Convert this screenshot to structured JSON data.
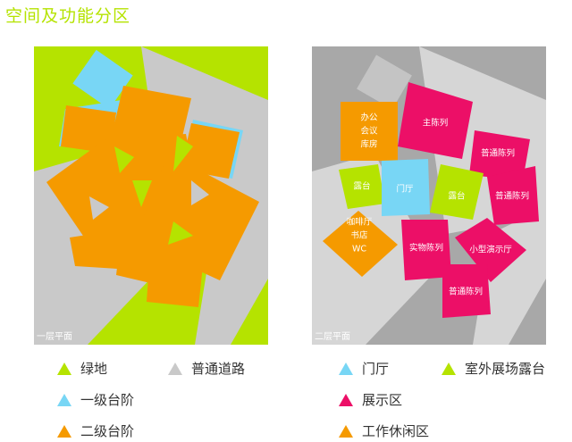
{
  "title": "空间及功能分区",
  "plans": [
    {
      "floor_label": "一层平面"
    },
    {
      "floor_label": "二层平面",
      "zones": [
        {
          "lines": [
            "办公",
            "会议",
            "库房"
          ]
        },
        {
          "lines": [
            "主陈列"
          ]
        },
        {
          "lines": [
            "普通陈列"
          ]
        },
        {
          "lines": [
            "露台"
          ]
        },
        {
          "lines": [
            "门厅"
          ]
        },
        {
          "lines": [
            "露台"
          ]
        },
        {
          "lines": [
            "普通陈列"
          ]
        },
        {
          "lines": [
            "咖啡厅",
            "书店",
            "WC"
          ]
        },
        {
          "lines": [
            "实物陈列"
          ]
        },
        {
          "lines": [
            "小型演示厅"
          ]
        },
        {
          "lines": [
            "普通陈列"
          ]
        }
      ]
    }
  ],
  "legend": [
    {
      "label": "绿地",
      "color": "#b5e300"
    },
    {
      "label": "普通道路",
      "color": "#c9c9c9"
    },
    {
      "label": "一级台阶",
      "color": "#78d6f5"
    },
    {
      "label": "二级台阶",
      "color": "#f59a00"
    },
    {
      "label": "门厅",
      "color": "#78d6f5"
    },
    {
      "label": "室外展场露台",
      "color": "#b5e300"
    },
    {
      "label": "展示区",
      "color": "#ec0f67"
    },
    {
      "label": "工作休闲区",
      "color": "#f59a00"
    }
  ],
  "colors": {
    "green": "#b5e300",
    "road": "#c9c9c9",
    "blue": "#78d6f5",
    "orange": "#f59a00",
    "pink": "#ec0f67",
    "grey_bg": "#a8a8a8"
  }
}
